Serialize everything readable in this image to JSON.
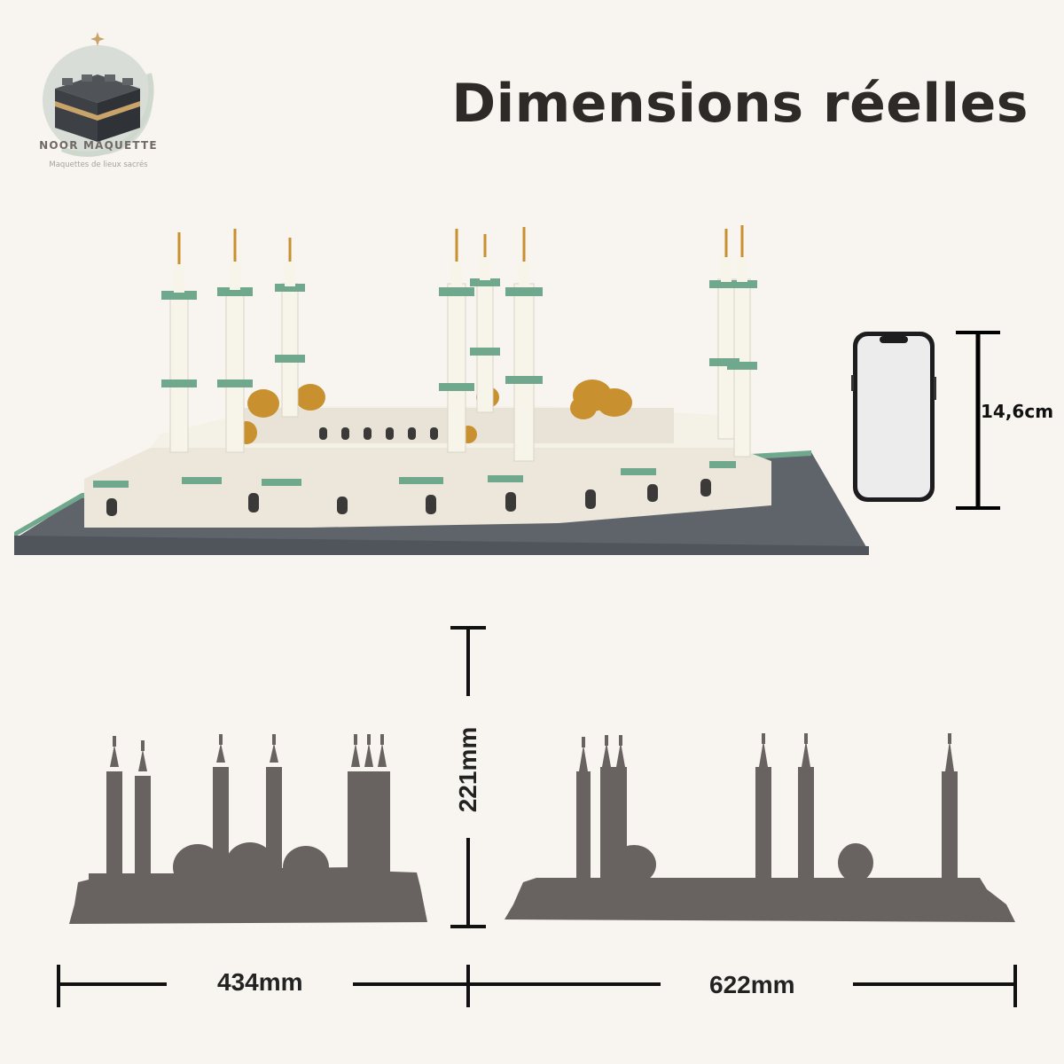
{
  "brand": {
    "name": "NOOR MAQUETTE",
    "tagline": "Maquettes de lieux sacrés"
  },
  "title": "Dimensions réelles",
  "phone_height": "14,6cm",
  "dimensions": {
    "height": "221mm",
    "width_front": "434mm",
    "width_side": "622mm"
  },
  "colors": {
    "background": "#f8f5f0",
    "silhouette": "#686260",
    "model_white": "#f3efe4",
    "model_green": "#6fa88c",
    "dome_gold": "#c8902e",
    "baseplate": "#5f646a",
    "logo_ring": "#d7dcd7"
  }
}
